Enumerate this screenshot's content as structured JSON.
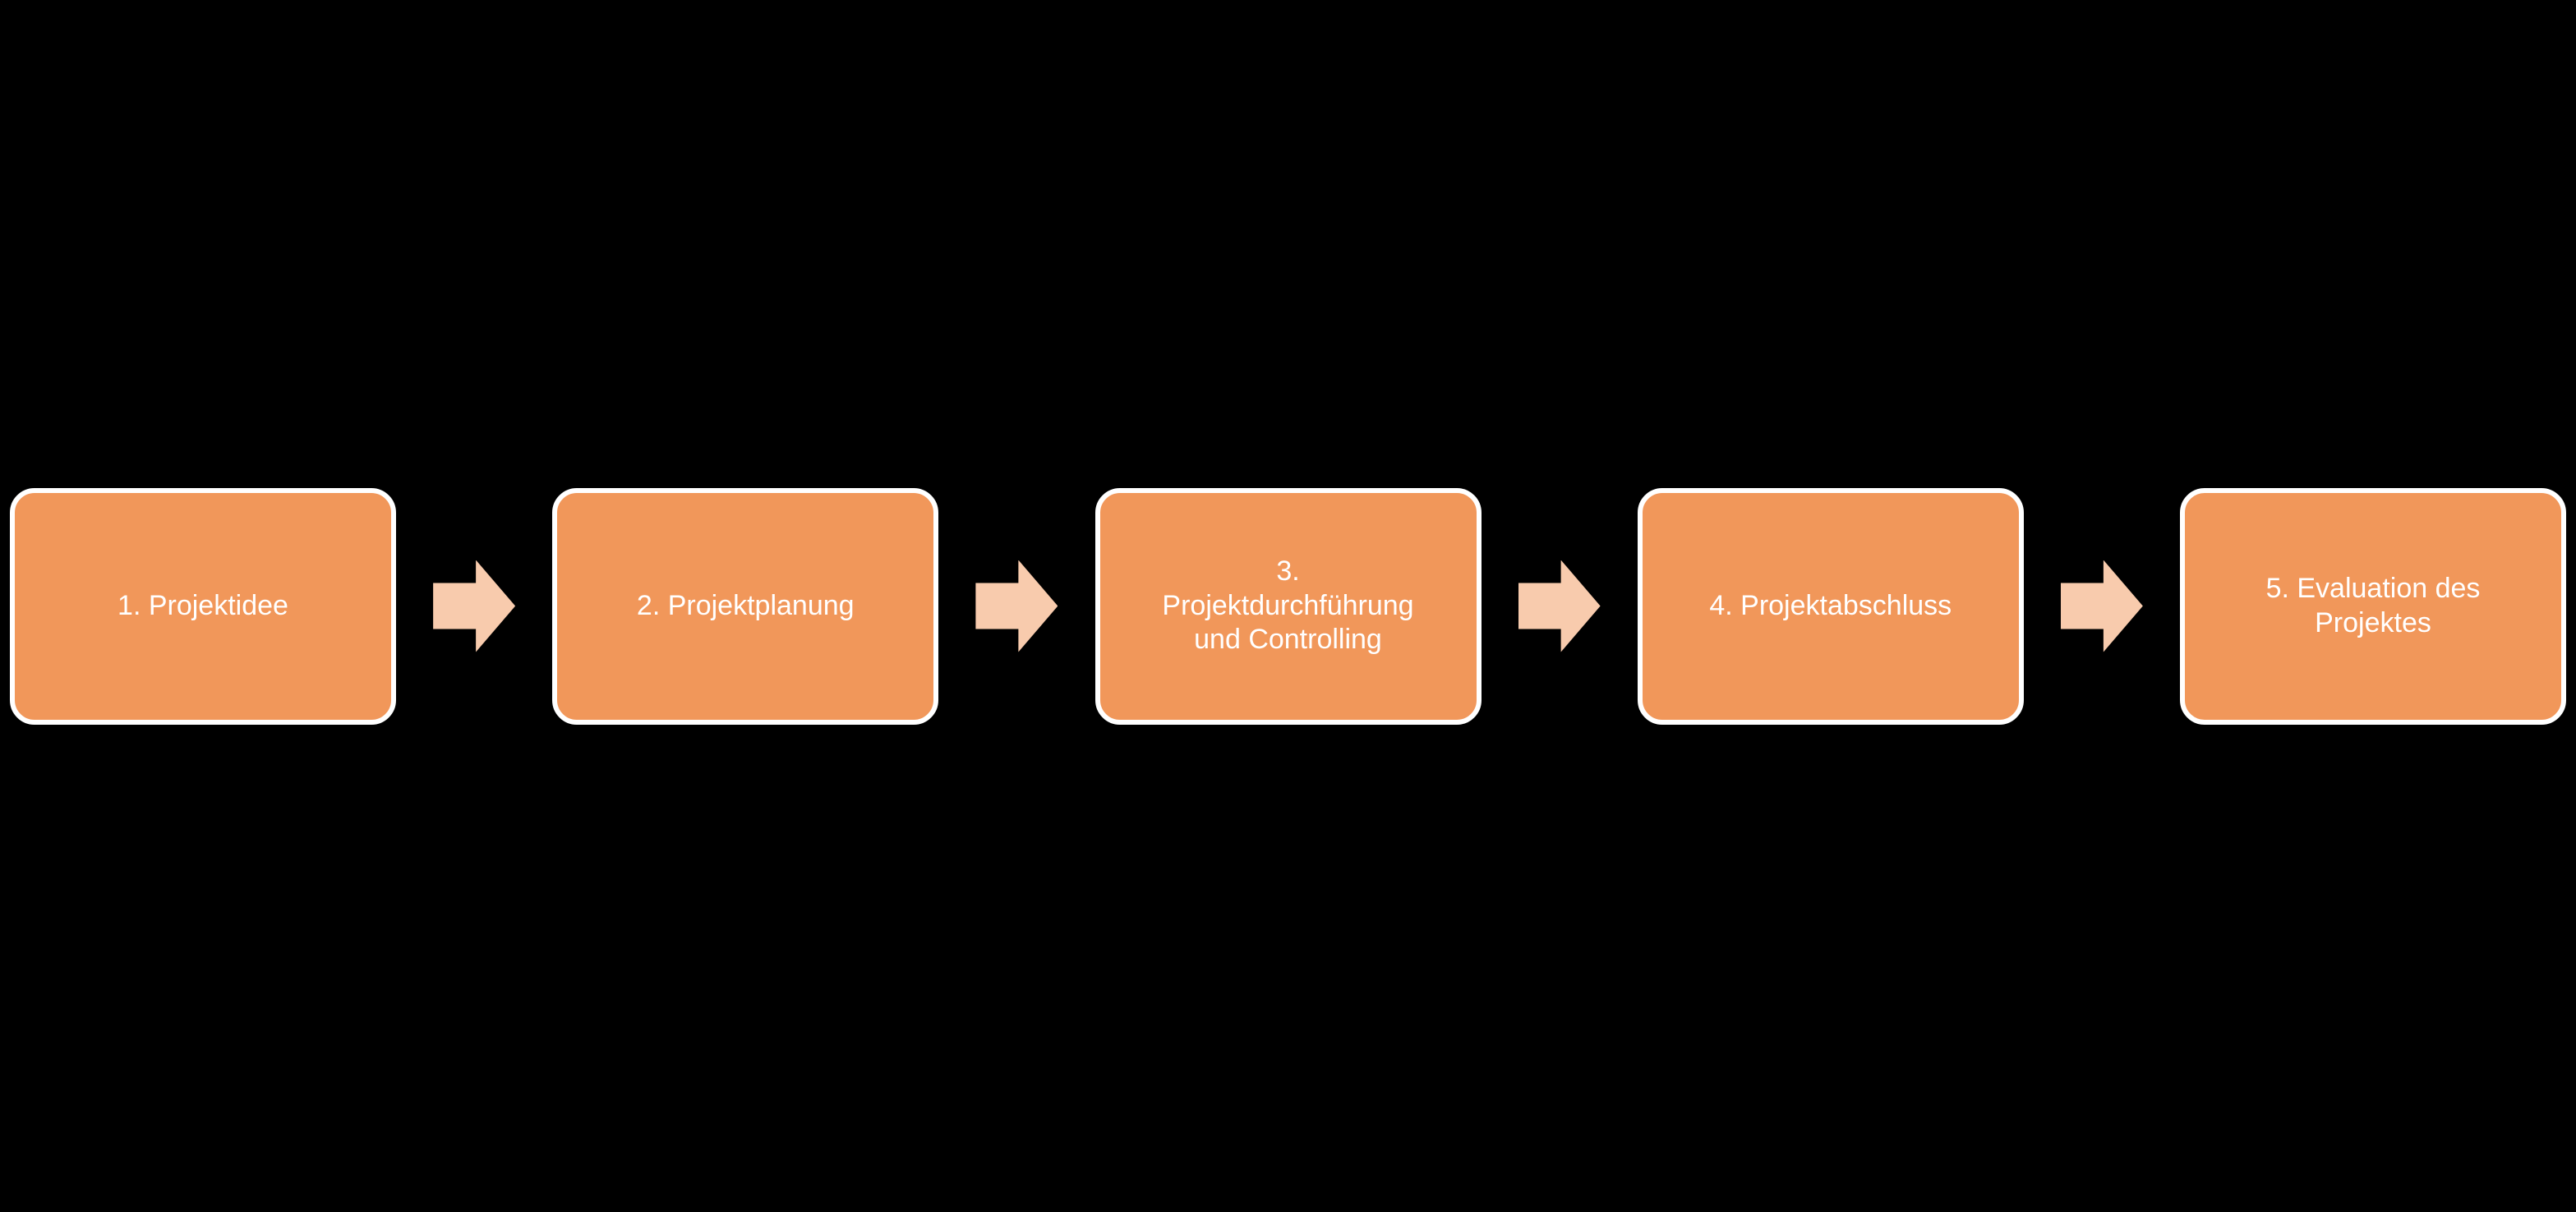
{
  "diagram": {
    "type": "process-flow",
    "background_color": "#000000",
    "box_color": "#F1975A",
    "box_border_color": "#FFFFFF",
    "arrow_color": "#F8CBAD",
    "text_color": "#FFFFFF",
    "steps": [
      {
        "label": "1. Projektidee"
      },
      {
        "label": "2. Projektplanung"
      },
      {
        "label": "3.\nProjektdurchführung\nund Controlling"
      },
      {
        "label": "4. Projektabschluss"
      },
      {
        "label": "5. Evaluation des\nProjektes"
      }
    ]
  }
}
